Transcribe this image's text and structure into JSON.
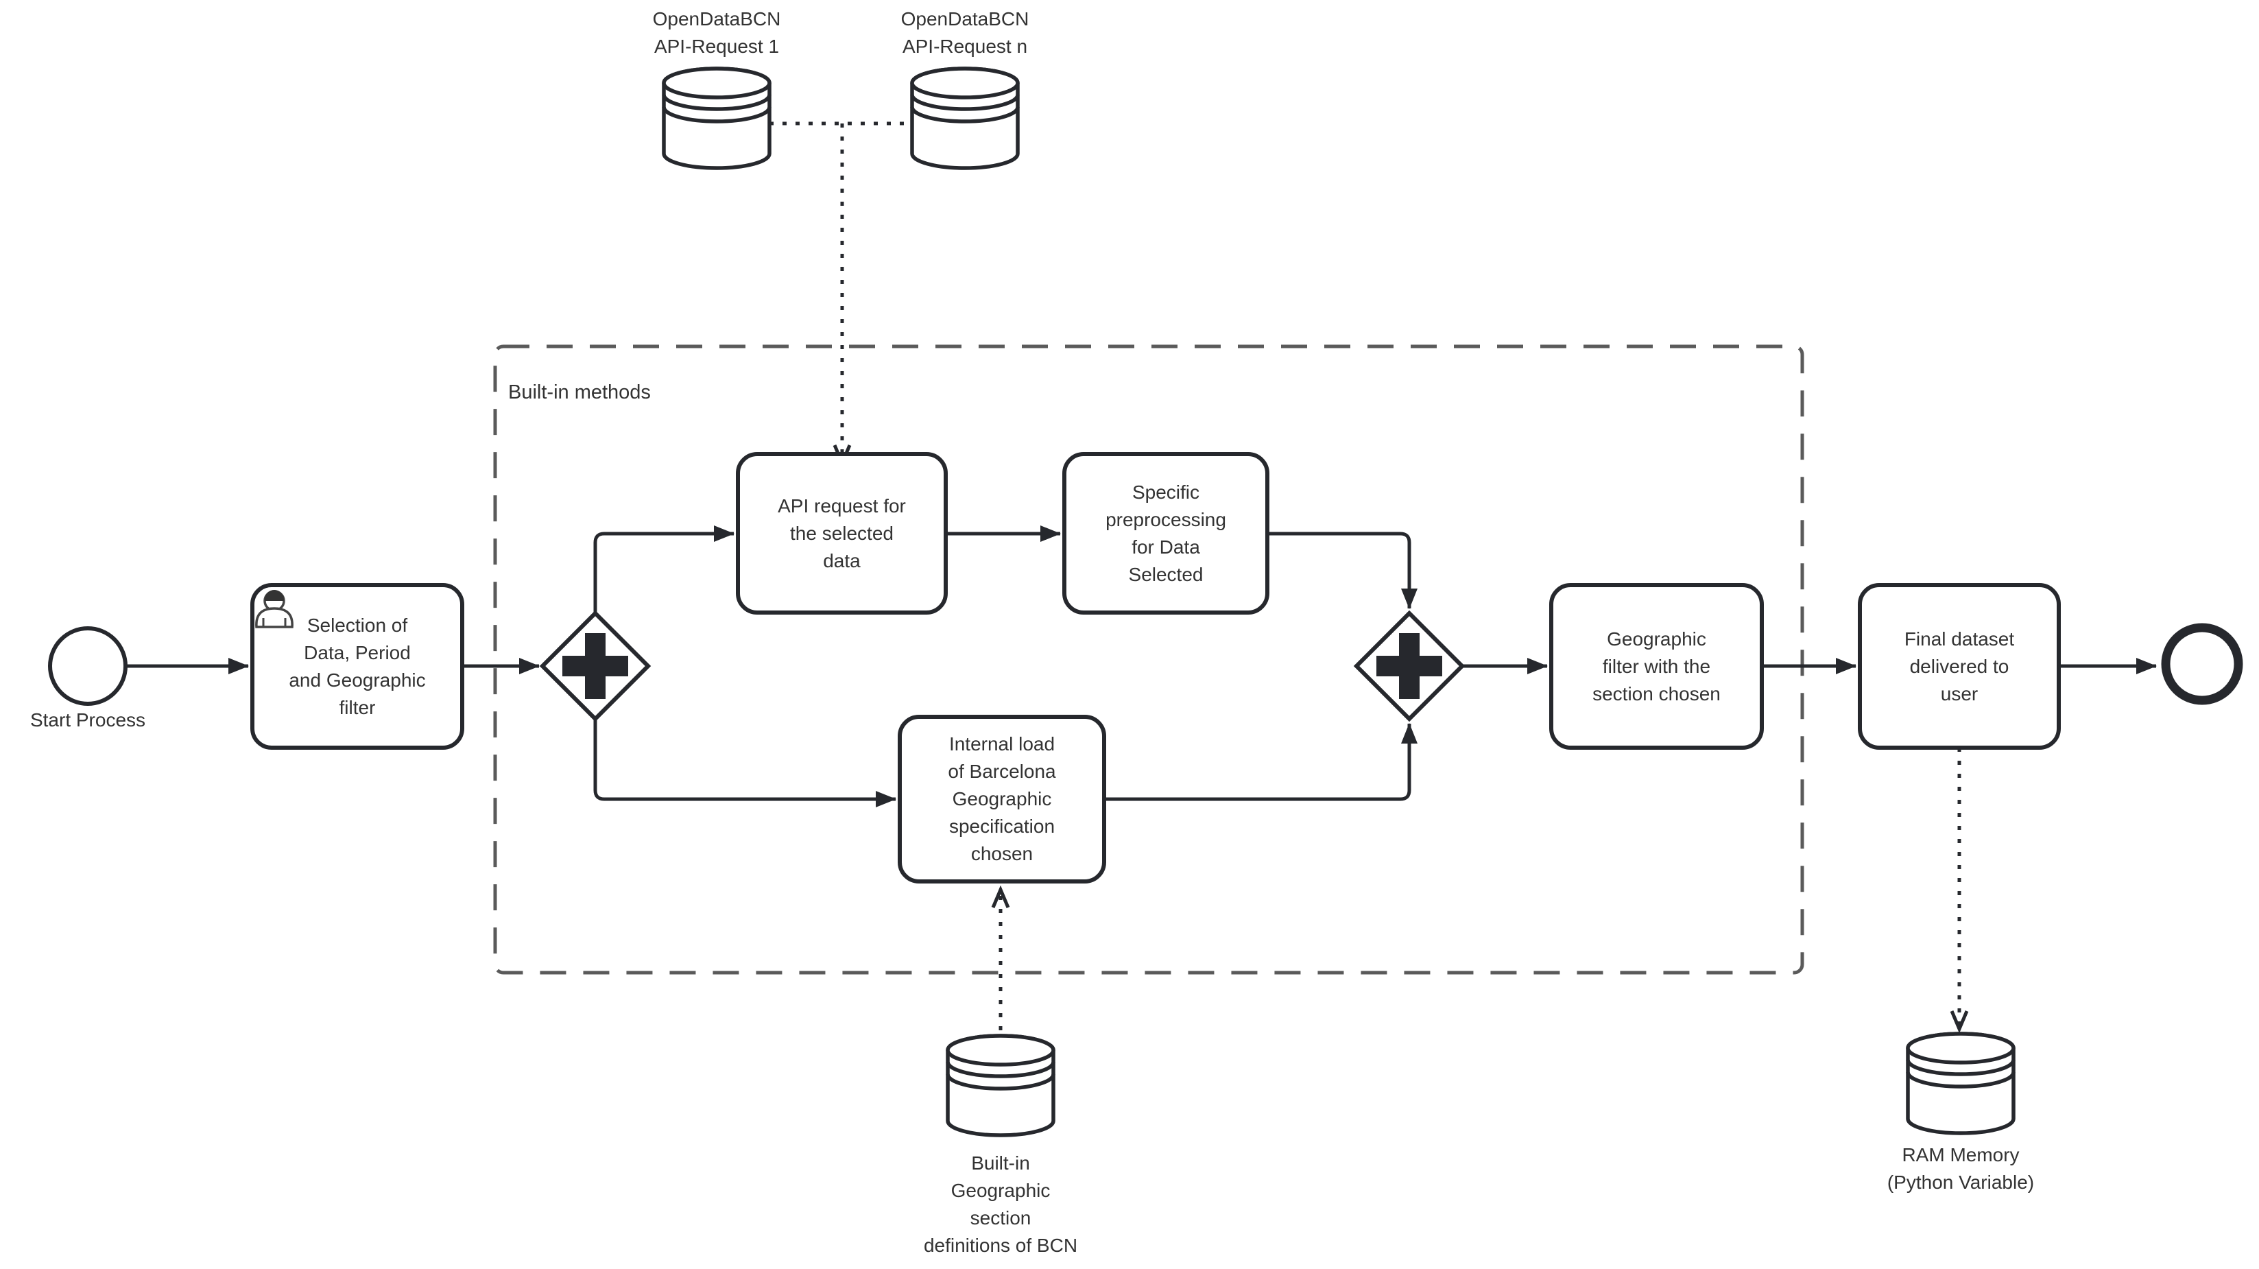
{
  "diagram": {
    "kind": "BPMN process flow",
    "container": {
      "label": "Built-in methods"
    },
    "events": {
      "start": {
        "label": "Start Process"
      },
      "end": {
        "label": ""
      }
    },
    "tasks": {
      "selection": {
        "label": "Selection of\nData, Period\nand Geographic\nfilter"
      },
      "api": {
        "label": "API request for\nthe selected\ndata"
      },
      "specific": {
        "label": "Specific\npreprocessing\nfor Data\nSelected"
      },
      "internal": {
        "label": "Internal load\nof Barcelona\nGeographic\nspecification\nchosen"
      },
      "geographic": {
        "label": "Geographic\nfilter with the\nsection chosen"
      },
      "final": {
        "label": "Final dataset\ndelivered to\nuser"
      }
    },
    "gateways": {
      "split": {
        "type": "parallel-plus"
      },
      "join": {
        "type": "parallel-plus"
      }
    },
    "datastores": {
      "opendata1": {
        "label": "OpenDataBCN\nAPI-Request 1"
      },
      "opendataN": {
        "label": "OpenDataBCN\nAPI-Request n"
      },
      "builtin_geo": {
        "label": "Built-in\nGeographic\nsection\ndefinitions of BCN"
      },
      "ram": {
        "label": "RAM Memory\n(Python Variable)"
      }
    },
    "colors": {
      "flow_line": "#26282d",
      "container_border": "#5a5a5a",
      "text": "#333333",
      "background": "#ffffff"
    }
  }
}
